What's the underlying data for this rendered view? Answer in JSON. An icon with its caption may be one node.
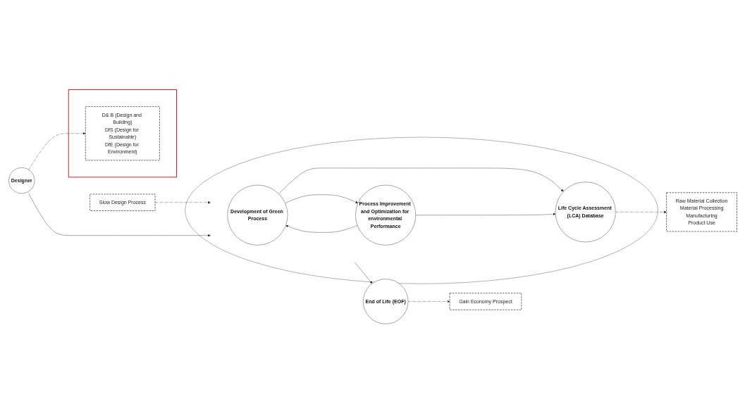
{
  "diagram": {
    "nodes": [
      {
        "text": [
          "Slow Design Process"
        ]
      },
      {
        "text": [
          "Designer"
        ]
      },
      {
        "text": [],
        "shape": "circle"
      },
      {
        "text": [
          "Development of Green Process"
        ],
        "in": 2
      },
      {
        "text": [
          "Process Improvement and Optimization for environmental Performance"
        ],
        "in": 2
      },
      {
        "text": [
          "Life Cycle Assessment (LCA) Database"
        ],
        "in": 2
      },
      {
        "text": [
          "End of Life (EOF)"
        ]
      },
      {
        "text": [],
        "shape": "box"
      },
      {
        "text": [
          "D& B (Design and Building)",
          "DfS (Design for Sustainable)",
          "DfE (Design for Environment)"
        ],
        "in": 7
      },
      {
        "text": [
          "Raw Material Collection",
          "Material Processing",
          "Manufacturing",
          "Product Use"
        ]
      },
      {
        "text": [
          "Gain Economy Prospect"
        ]
      }
    ],
    "edges": [
      {
        "from": 0,
        "to": 2,
        "arrow": "to",
        "style": "dashed"
      },
      {
        "from": 1,
        "to": 2,
        "arrow": "to"
      },
      {
        "from": 3,
        "to": 4,
        "arrow": "to"
      },
      {
        "from": 4,
        "to": 3,
        "arrow": "to"
      },
      {
        "from": 3,
        "to": 5,
        "arrow": "to"
      },
      {
        "from": 4,
        "to": 5,
        "arrow": "to"
      },
      {
        "from": 2,
        "to": 6,
        "arrow": "to"
      },
      {
        "from": 1,
        "to": 8,
        "arrow": "to",
        "style": "dashed"
      },
      {
        "from": 5,
        "to": 9,
        "arrow": "to",
        "style": "dashed"
      },
      {
        "from": 6,
        "to": 10,
        "arrow": "to",
        "style": "dashed"
      }
    ]
  }
}
